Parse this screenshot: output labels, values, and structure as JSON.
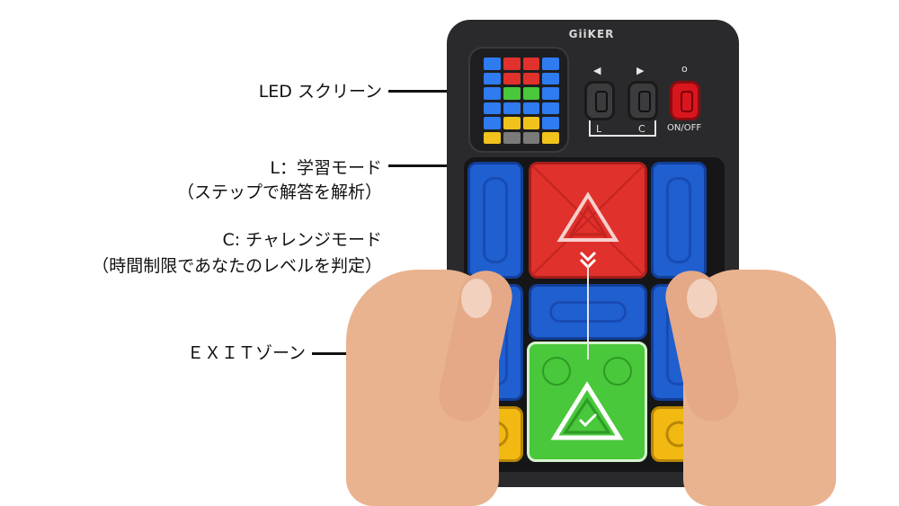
{
  "product": {
    "brand": "GiiKER",
    "buttons": {
      "left_arrow": "◀",
      "right_arrow": "▶",
      "power_symbol": "o",
      "l_label": "L",
      "c_label": "C",
      "on_off_label": "ON/OFF"
    },
    "led_colors": [
      "#2f7bf0",
      "#e0312c",
      "#e0312c",
      "#2f7bf0",
      "#2f7bf0",
      "#e0312c",
      "#e0312c",
      "#2f7bf0",
      "#2f7bf0",
      "#48c83a",
      "#48c83a",
      "#2f7bf0",
      "#2f7bf0",
      "#2f7bf0",
      "#2f7bf0",
      "#2f7bf0",
      "#2f7bf0",
      "#f2c21c",
      "#f2c21c",
      "#2f7bf0",
      "#f2c21c",
      "#7a7a7a",
      "#7a7a7a",
      "#f2c21c"
    ]
  },
  "labels": {
    "led_screen": "LED スクリーン",
    "learning_mode": "L：学習モード",
    "learning_mode_desc": "（ステップで解答を解析）",
    "challenge_mode": "C: チャレンジモード",
    "challenge_mode_desc": "（時間制限であなたのレベルを判定）",
    "exit_zone": "ＥＸＩＴゾーン"
  },
  "colors": {
    "blue": "#1f5fd0",
    "red": "#e0312c",
    "green": "#48c83a",
    "yellow": "#f2b912",
    "device_body": "#2a2a2c"
  }
}
